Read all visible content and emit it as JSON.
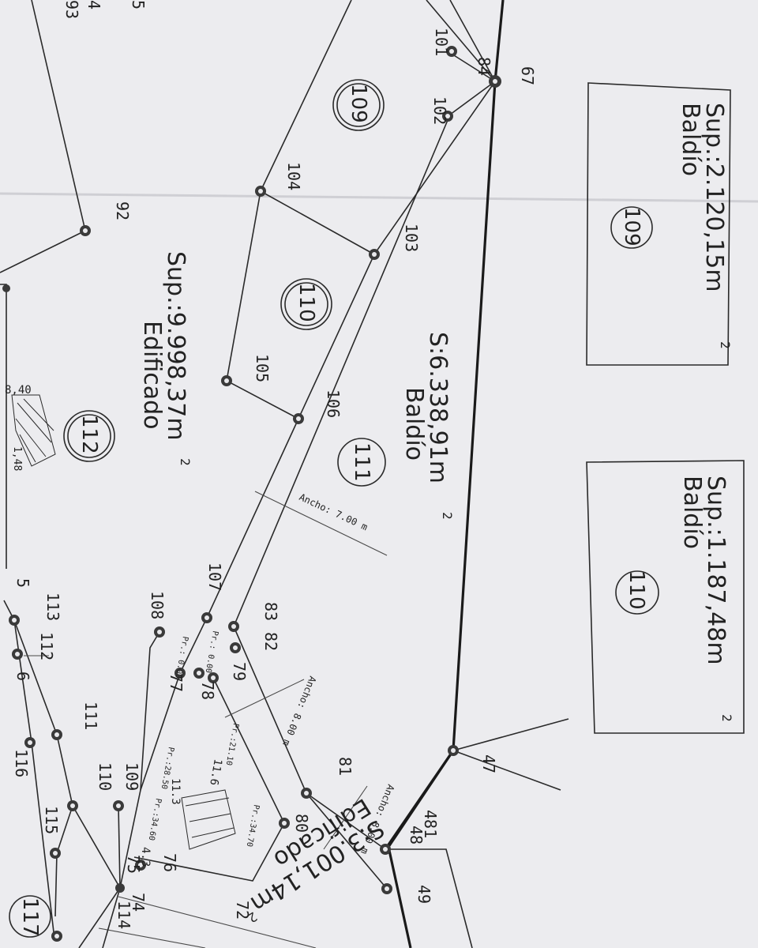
{
  "plan": {
    "summary_boxes": [
      {
        "sup_label": "Sup.:2.120,15m",
        "sup_sup": "2",
        "use": "Baldío",
        "lot": "109"
      },
      {
        "sup_label": "Sup.:1.187,48m",
        "sup_sup": "2",
        "use": "Baldío",
        "lot": "110"
      }
    ],
    "lots": [
      {
        "id": "109",
        "sup": "",
        "use": ""
      },
      {
        "id": "110",
        "sup": "",
        "use": ""
      },
      {
        "id": "111",
        "sup": "S:6.338,91m",
        "sup_sup": "2",
        "use": "Baldío"
      },
      {
        "id": "112",
        "sup": "Sup.:9.998,37m",
        "sup_sup": "2",
        "use": "Edificado"
      },
      {
        "id": "117",
        "sup": "S:3.001,14m",
        "sup_sup": "2",
        "use": "Edificado"
      }
    ],
    "vertex_labels": {
      "v67": "67",
      "v84": "84",
      "v101": "101",
      "v102": "102",
      "v104": "104",
      "v103": "103",
      "v92": "92",
      "v105": "105",
      "v106": "106",
      "v107": "107",
      "v108": "108",
      "v83": "83",
      "v82": "82",
      "v79": "79",
      "v78": "78",
      "v77": "77",
      "v47": "47",
      "v81": "81",
      "v48": "48",
      "v481": "481",
      "v49": "49",
      "v80": "80",
      "v76": "76",
      "v75": "75",
      "v74": "74",
      "v114": "114",
      "v115": "115",
      "v109b": "109",
      "v110b": "110",
      "v111b": "111",
      "v113": "113",
      "v112b": "112",
      "v116": "116",
      "v5": "5",
      "v6": "6",
      "v72": "72",
      "e5": "5",
      "e4": "4",
      "e93": "93"
    },
    "dimensions": {
      "ancho_main": "Ancho: 7.00 m",
      "ancho_mid": "Ancho: 8.00 m",
      "ancho_right": "Ancho: 8.00 m",
      "pr_1": "Pr.: 0.00",
      "pr_2": "Pr.: 0.00",
      "pr_3": "Pr.:21.10",
      "pr_4": "Pr.:28.50",
      "pr_5": "Pr.:34.60",
      "pr_6": "Pr.:34.70",
      "val_840": "8,40",
      "val_148": "1,48",
      "val_116": "11.6",
      "val_113": "11.3",
      "val_43": "4.3"
    }
  }
}
